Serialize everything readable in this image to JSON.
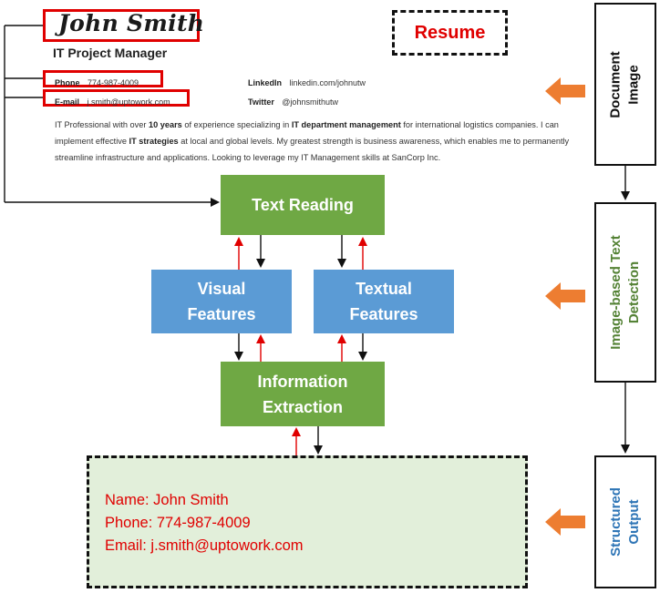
{
  "resume": {
    "name": "John Smith",
    "title": "IT Project Manager",
    "phone_label": "Phone",
    "phone_value": "774-987-4009",
    "email_label": "E-mail",
    "email_value": "j.smith@uptowork.com",
    "linkedin_label": "LinkedIn",
    "linkedin_value": "linkedin.com/johnutw",
    "twitter_label": "Twitter",
    "twitter_value": "@johnsmithutw",
    "summary": {
      "p1": "IT Professional with over ",
      "b1": "10 years",
      "p2": " of experience specializing in ",
      "b2": "IT department management",
      "p3": " for international logistics companies. I can implement effective ",
      "b3": "IT strategies",
      "p4": " at local and global levels. My greatest strength is business awareness, which enables me to permanently streamline infrastructure and applications. Looking to leverage my IT Management skills at SanCorp Inc."
    }
  },
  "resume_label": "Resume",
  "blocks": {
    "text_reading": "Text Reading",
    "visual_1": "Visual",
    "visual_2": "Features",
    "textual_1": "Textual",
    "textual_2": "Features",
    "info_1": "Information",
    "info_2": "Extraction"
  },
  "output": {
    "name": "Name: John Smith",
    "phone": "Phone: 774-987-4009",
    "email": "Email: j.smith@uptowork.com"
  },
  "side": {
    "document_1": "Document",
    "document_2": "Image",
    "detection_1": "Image-based Text",
    "detection_2": "Detection",
    "structured_1": "Structured",
    "structured_2": "Output"
  },
  "colors": {
    "green_block": "#6fa844",
    "blue_block": "#5b9bd5",
    "highlight_red": "#e00000",
    "orange_arrow": "#ed7d31",
    "output_bg": "#e2efda",
    "detection_text": "#548235",
    "structured_text": "#2e75b6"
  }
}
